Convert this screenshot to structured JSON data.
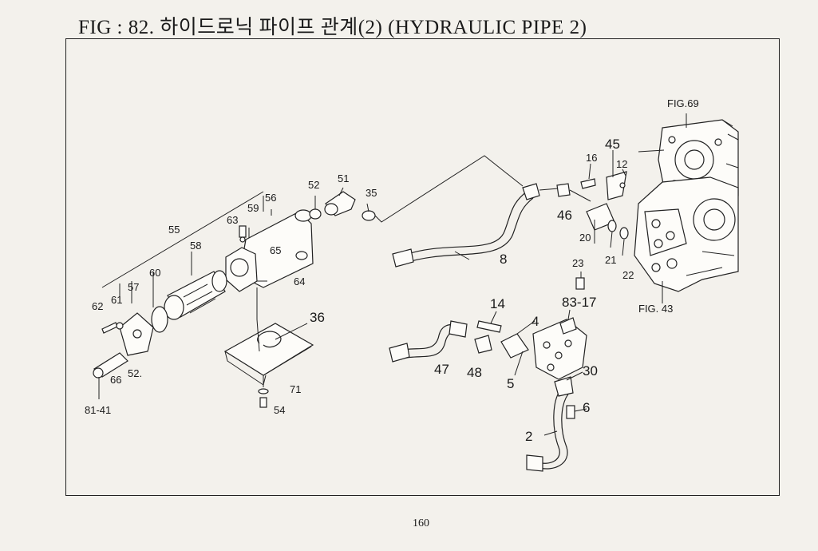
{
  "title": "FIG : 82. 하이드로닉 파이프 관계(2) (HYDRAULIC PIPE 2)",
  "page_number": "160",
  "references": {
    "fig69": "FIG.69",
    "fig43": "FIG. 43"
  },
  "part_labels": {
    "p51": "51",
    "p52a": "52",
    "p35": "35",
    "p56": "56",
    "p59": "59",
    "p63": "63",
    "p55": "55",
    "p58": "58",
    "p65": "65",
    "p60": "60",
    "p57": "57",
    "p64": "64",
    "p62": "62",
    "p61": "61",
    "p36": "36",
    "p66": "66",
    "p52b": "52.",
    "p71": "71",
    "p54": "54",
    "p8141": "81-41",
    "p8": "8",
    "p16": "16",
    "p45": "45",
    "p12": "12",
    "p46": "46",
    "p20": "20",
    "p21": "21",
    "p22": "22",
    "p23": "23",
    "p8317": "83-17",
    "p14": "14",
    "p4": "4",
    "p47": "47",
    "p48": "48",
    "p5": "5",
    "p30": "30",
    "p6": "6",
    "p2": "2"
  }
}
